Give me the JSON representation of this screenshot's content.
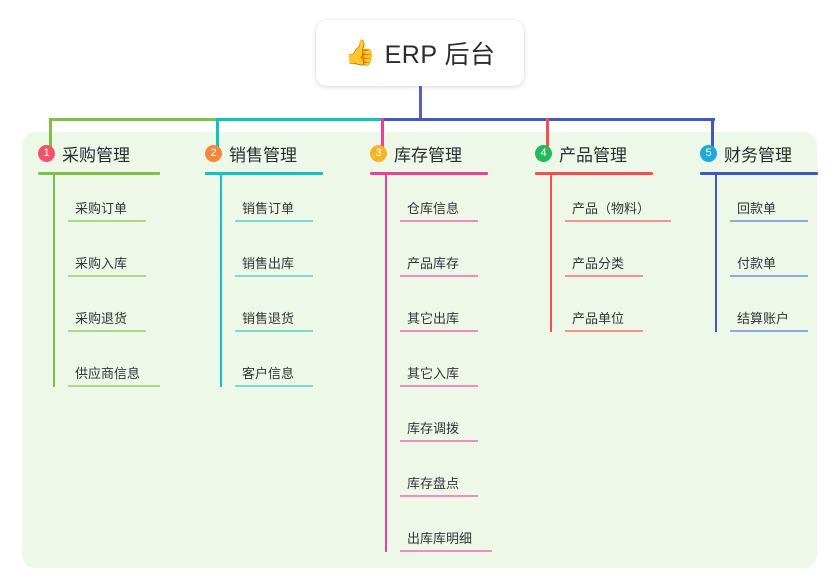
{
  "diagram": {
    "type": "mind-map",
    "root": {
      "emoji": "👍",
      "emoji_name": "thumbs-up-emoji",
      "title": "ERP 后台"
    },
    "panel_color": "#eef8e8",
    "root_stem_color": "#5a5fc7",
    "branches": [
      {
        "number": "1",
        "title": "采购管理",
        "badge_color": "#f2536a",
        "line_color": "#7cc04a",
        "item_line_color": "#aed88a",
        "items": [
          "采购订单",
          "采购入库",
          "采购退货",
          "供应商信息"
        ]
      },
      {
        "number": "2",
        "title": "销售管理",
        "badge_color": "#f5883c",
        "line_color": "#12c2bd",
        "item_line_color": "#7fd8d4",
        "items": [
          "销售订单",
          "销售出库",
          "销售退货",
          "客户信息"
        ]
      },
      {
        "number": "3",
        "title": "库存管理",
        "badge_color": "#f9b421",
        "line_color": "#ec3f96",
        "item_line_color": "#f08cc0",
        "items": [
          "仓库信息",
          "产品库存",
          "其它出库",
          "其它入库",
          "库存调拨",
          "库存盘点",
          "出库库明细"
        ]
      },
      {
        "number": "4",
        "title": "产品管理",
        "badge_color": "#22bb5b",
        "line_color": "#fa4d4d",
        "item_line_color": "#f89191",
        "items": [
          "产品（物料）",
          "产品分类",
          "产品单位"
        ]
      },
      {
        "number": "5",
        "title": "财务管理",
        "badge_color": "#1fa8e0",
        "line_color": "#3e58c6",
        "item_line_color": "#90a8e0",
        "items": [
          "回款单",
          "付款单",
          "结算账户"
        ]
      }
    ]
  }
}
